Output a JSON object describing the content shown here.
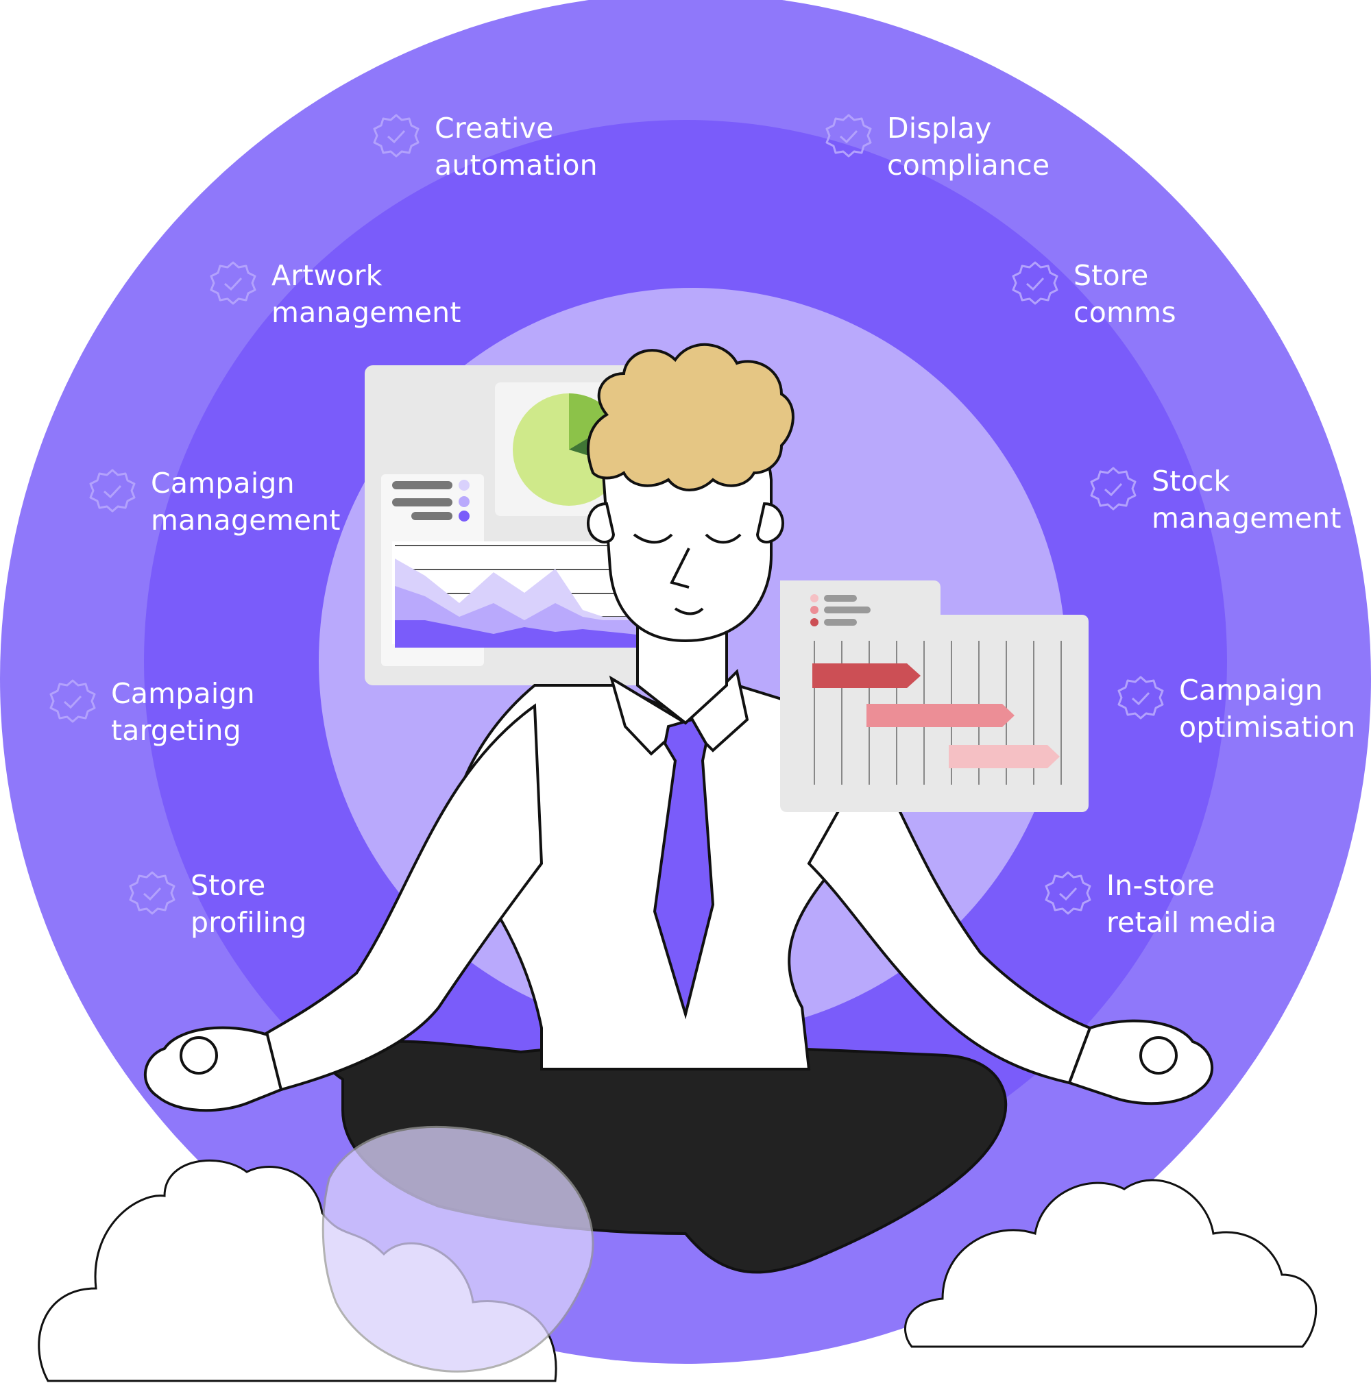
{
  "colors": {
    "outer_ring": "#8f78fa",
    "middle_ring": "#7a5cfa",
    "inner_circle": "#b9a9fc",
    "accent": "#7a5cfa",
    "badge_stroke": "#b3a2fc",
    "panel_gray": "#e8e8e8",
    "pie_light": "#cfe98a",
    "pie_mid": "#8cc249",
    "pie_dark": "#3f7535",
    "gantt_red": "#cc4f55",
    "gantt_pink": "#ec8e96",
    "gantt_light": "#f5c0c4",
    "hair": "#e5c684",
    "pants": "#222222",
    "cloud": "#ffffff"
  },
  "badge_icon": "check-badge-icon",
  "features": [
    {
      "id": "creative-automation",
      "line1": "Creative",
      "line2": "automation"
    },
    {
      "id": "display-compliance",
      "line1": "Display",
      "line2": "compliance"
    },
    {
      "id": "artwork-management",
      "line1": "Artwork",
      "line2": "management"
    },
    {
      "id": "store-comms",
      "line1": "Store",
      "line2": "comms"
    },
    {
      "id": "campaign-management",
      "line1": "Campaign",
      "line2": "management"
    },
    {
      "id": "stock-management",
      "line1": "Stock",
      "line2": "management"
    },
    {
      "id": "campaign-targeting",
      "line1": "Campaign",
      "line2": "targeting"
    },
    {
      "id": "campaign-optimisation",
      "line1": "Campaign",
      "line2": "optimisation"
    },
    {
      "id": "store-profiling",
      "line1": "Store",
      "line2": "profiling"
    },
    {
      "id": "in-store-retail-media",
      "line1": "In-store",
      "line2": "retail media"
    }
  ]
}
